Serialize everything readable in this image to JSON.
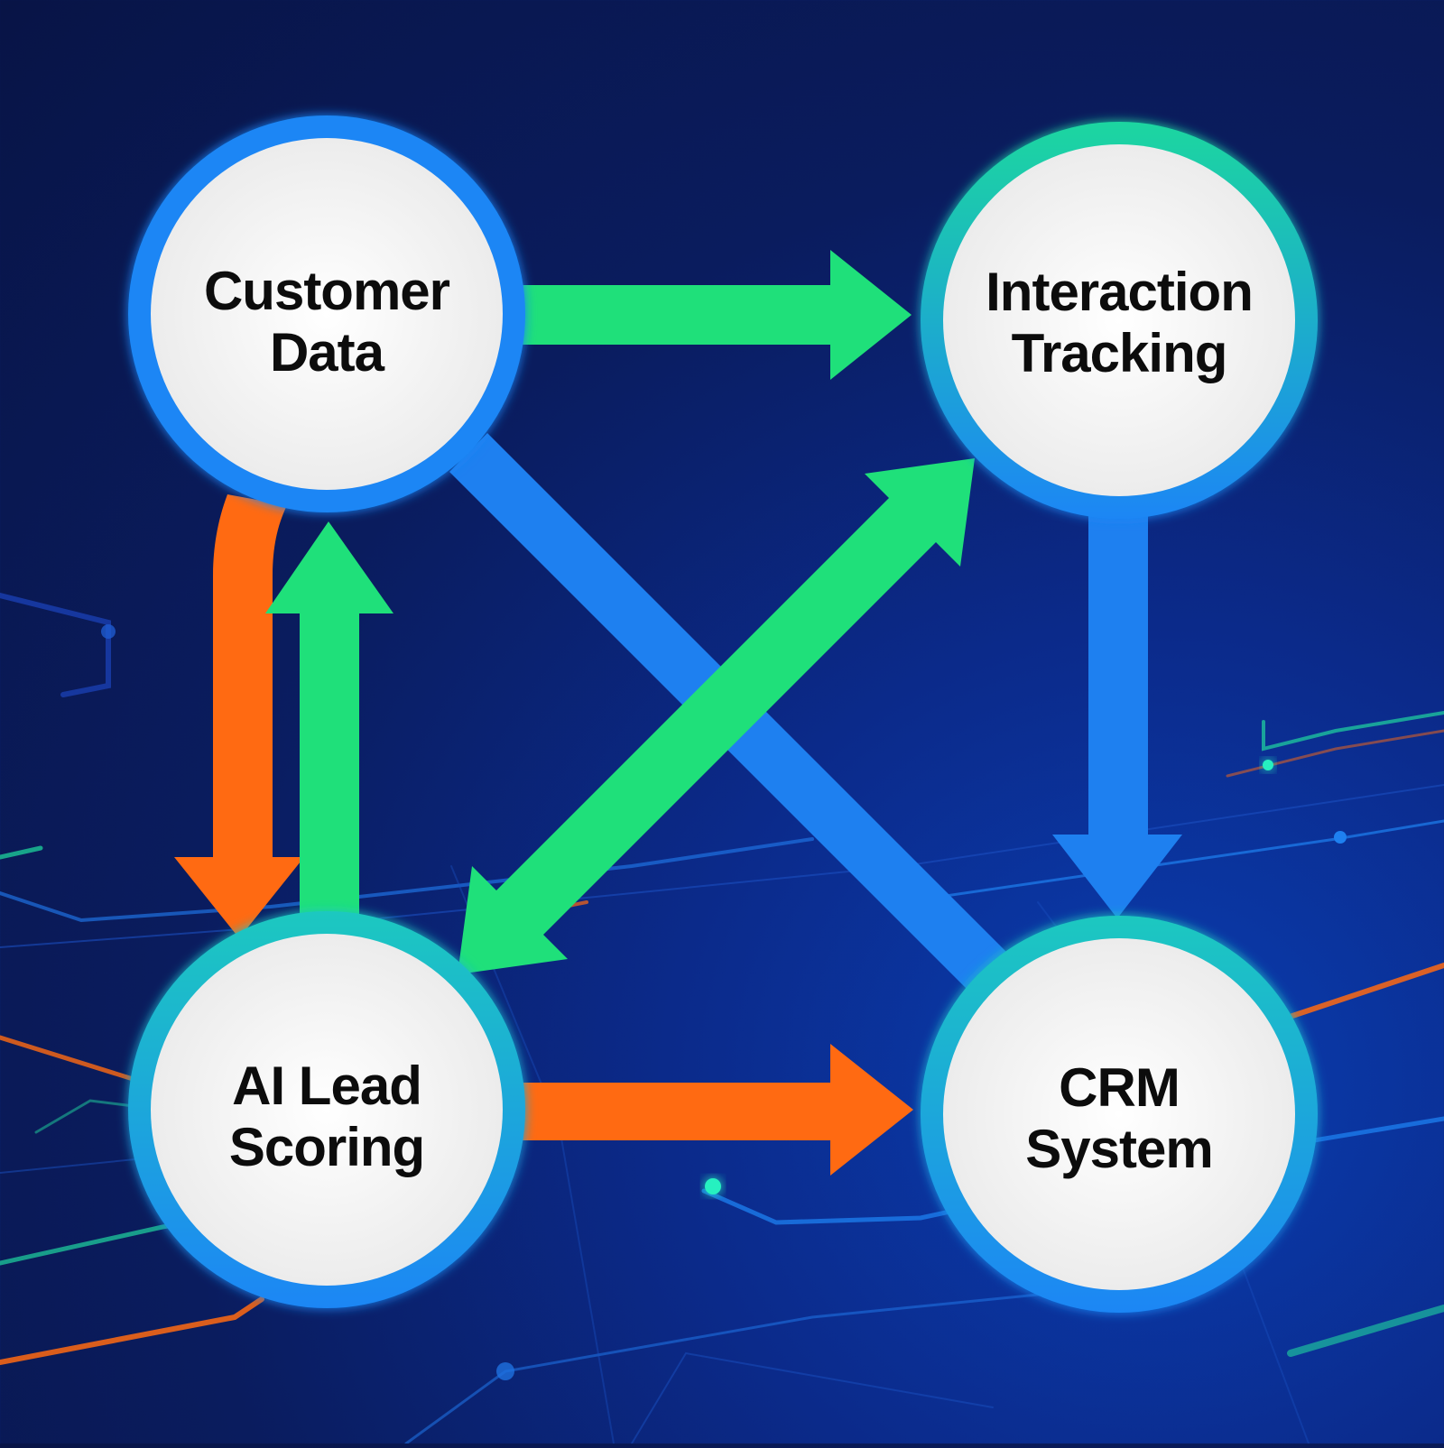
{
  "nodes": {
    "customer_data": {
      "line1": "Customer",
      "line2": "Data"
    },
    "interaction_tracking": {
      "line1": "Interaction",
      "line2": "Tracking"
    },
    "ai_lead_scoring": {
      "line1": "AI Lead",
      "line2": "Scoring"
    },
    "crm_system": {
      "line1": "CRM",
      "line2": "System"
    }
  },
  "edges": [
    {
      "from": "Customer Data",
      "to": "Interaction Tracking",
      "color": "#1fe07a"
    },
    {
      "from": "Customer Data",
      "to": "CRM System",
      "color": "#1e80f0"
    },
    {
      "from": "Customer Data",
      "to": "AI Lead Scoring",
      "color": "#ff6a12"
    },
    {
      "from": "AI Lead Scoring",
      "to": "Customer Data",
      "color": "#1fe07a"
    },
    {
      "from": "AI Lead Scoring",
      "to": "Interaction Tracking",
      "color": "#1fe07a",
      "bidirectional": true
    },
    {
      "from": "Interaction Tracking",
      "to": "CRM System",
      "color": "#1e80f0"
    },
    {
      "from": "AI Lead Scoring",
      "to": "CRM System",
      "color": "#ff6a12"
    }
  ],
  "colors": {
    "background": "#0a1c5e",
    "ring_blue": "#1a86f5",
    "ring_teal": "#1fd6a0",
    "green": "#1fe07a",
    "blue": "#1e80f0",
    "orange": "#ff6a12",
    "node_fill": "#f7f7f7",
    "text": "#0c0c0c"
  }
}
